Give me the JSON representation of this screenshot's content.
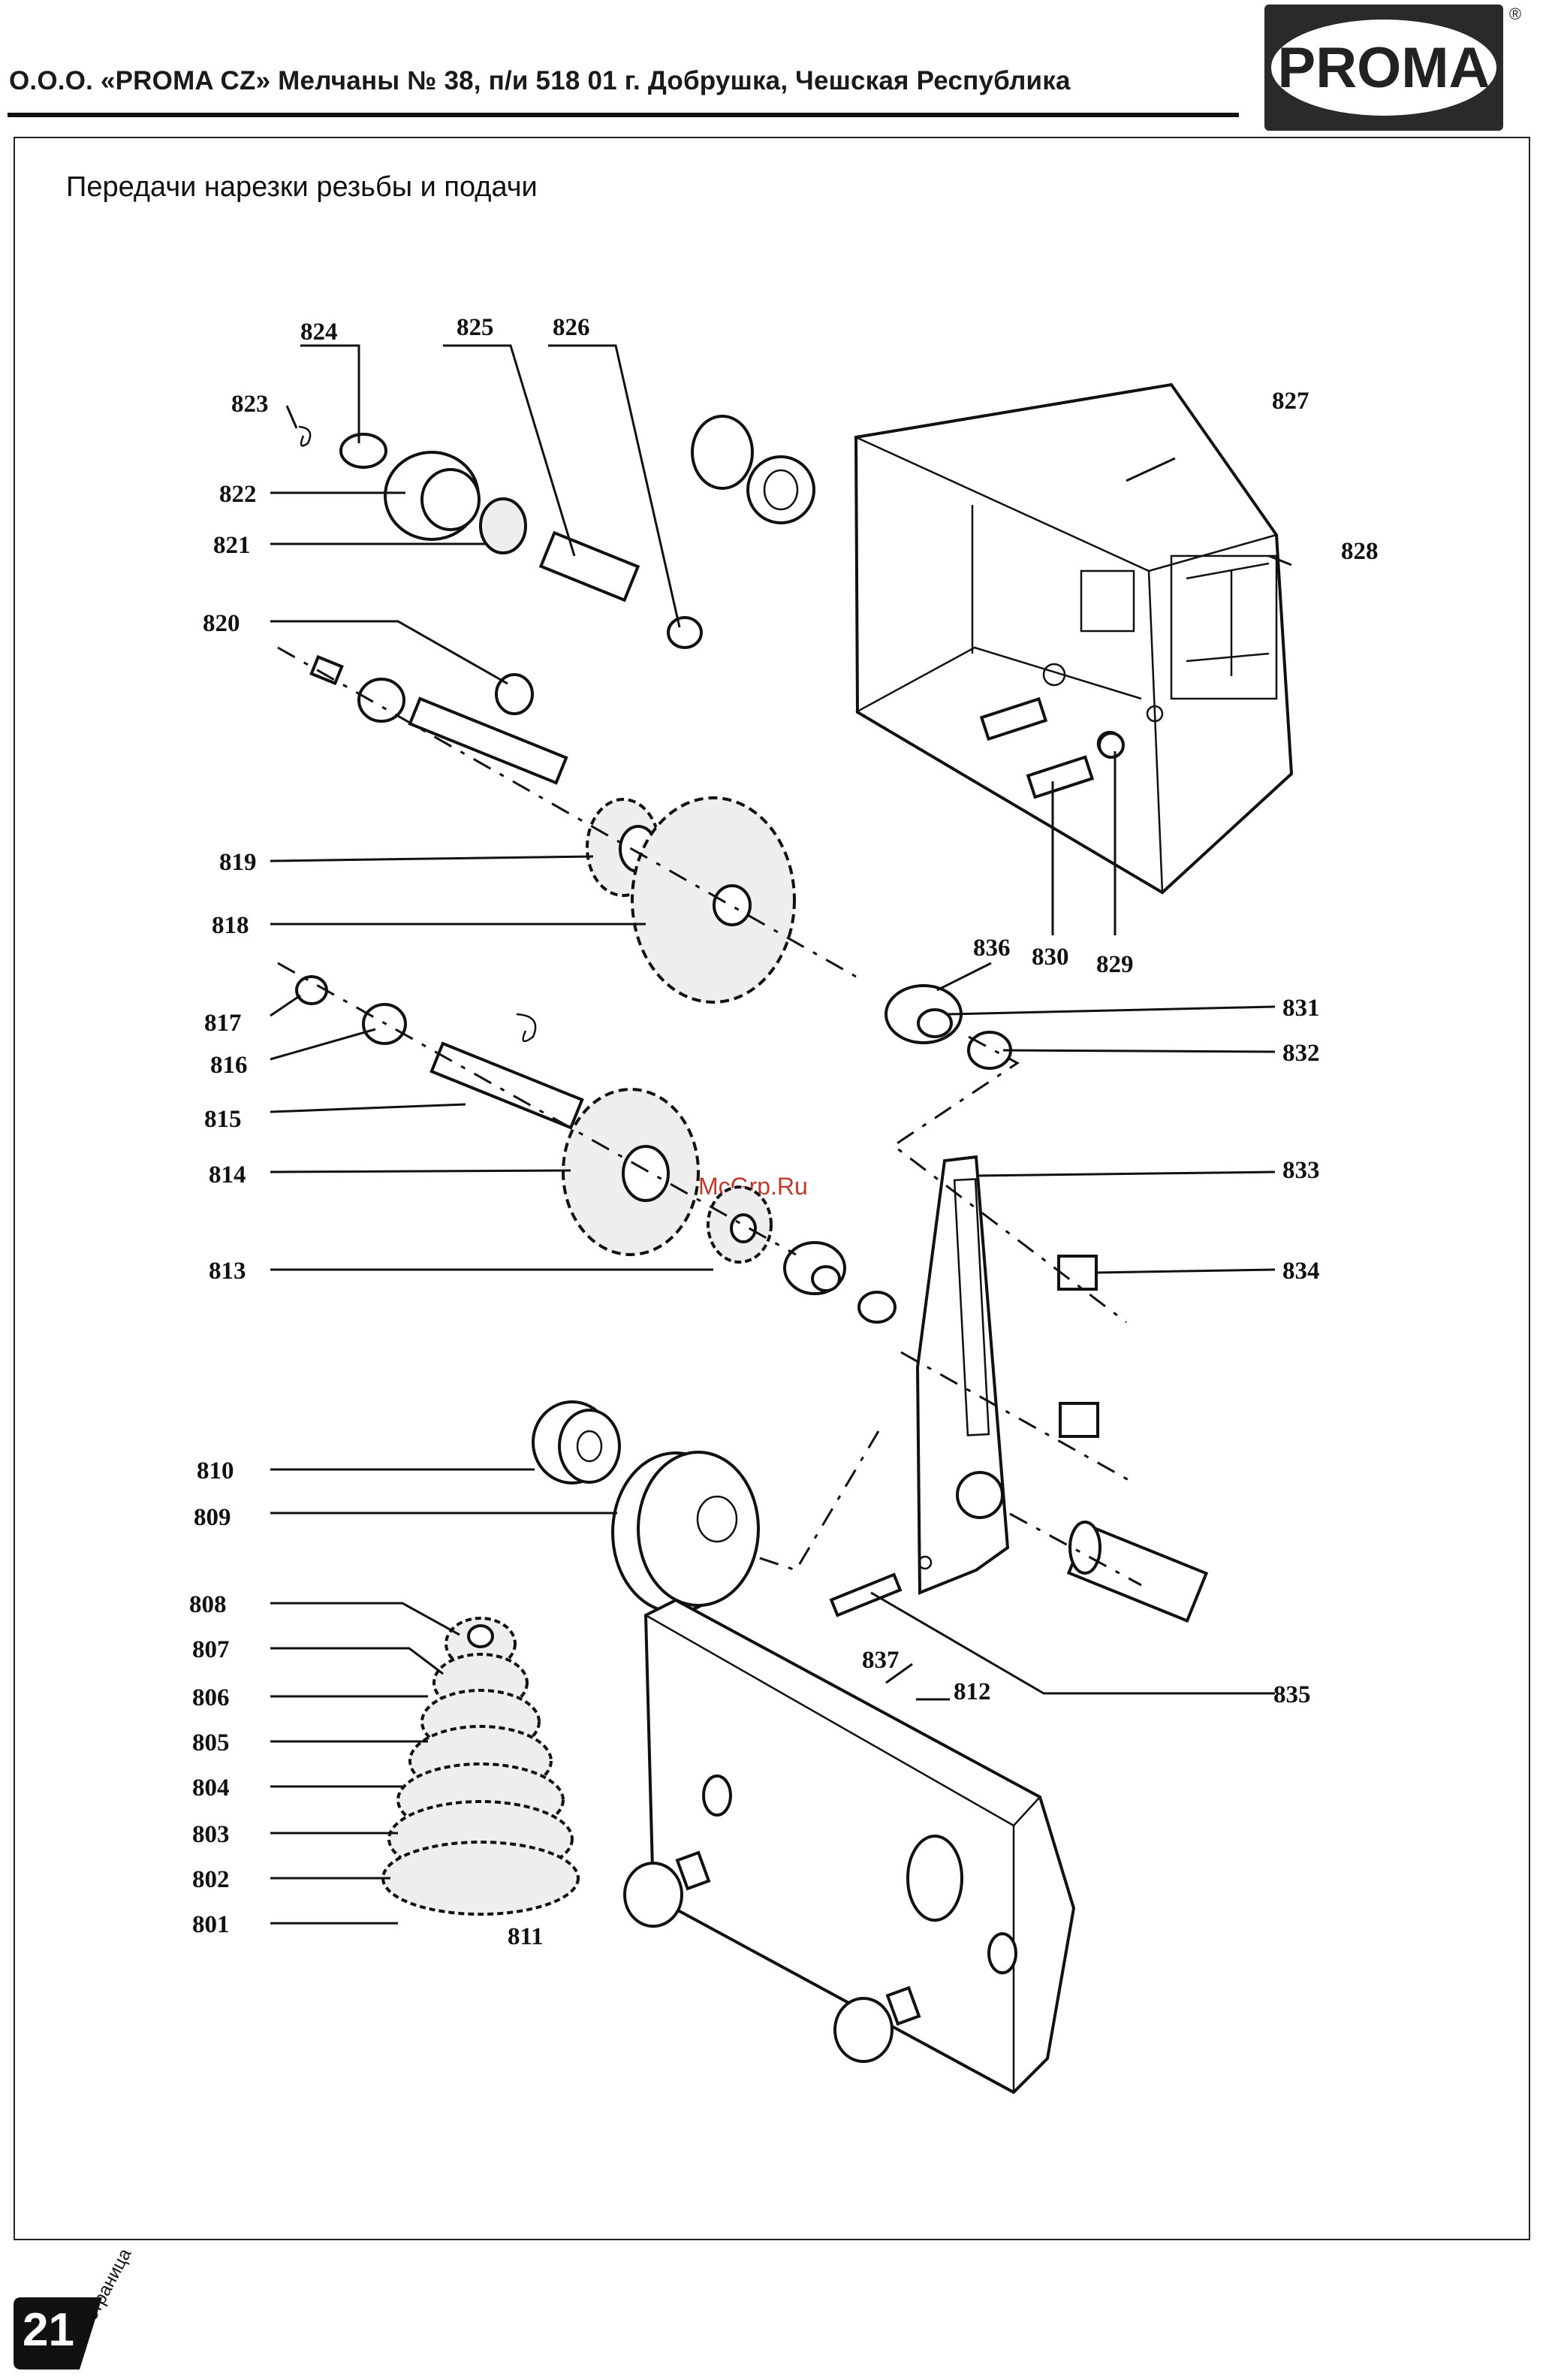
{
  "header": {
    "company_line": "О.О.О. «PROMA CZ» Мелчаны № 38, п/и 518 01 г. Добрушка, Чешская Республика",
    "logo_text": "PROMA",
    "registered_mark": "®"
  },
  "section": {
    "title": "Передачи нарезки резьбы и подачи"
  },
  "diagram": {
    "watermark": "McGrp.Ru",
    "part_labels": [
      "801",
      "802",
      "803",
      "804",
      "805",
      "806",
      "807",
      "808",
      "809",
      "810",
      "811",
      "812",
      "813",
      "814",
      "815",
      "816",
      "817",
      "818",
      "819",
      "820",
      "821",
      "822",
      "823",
      "824",
      "825",
      "826",
      "827",
      "828",
      "829",
      "830",
      "831",
      "832",
      "833",
      "834",
      "835",
      "836",
      "837"
    ]
  },
  "footer": {
    "page_number": "21",
    "page_word": "страница"
  }
}
